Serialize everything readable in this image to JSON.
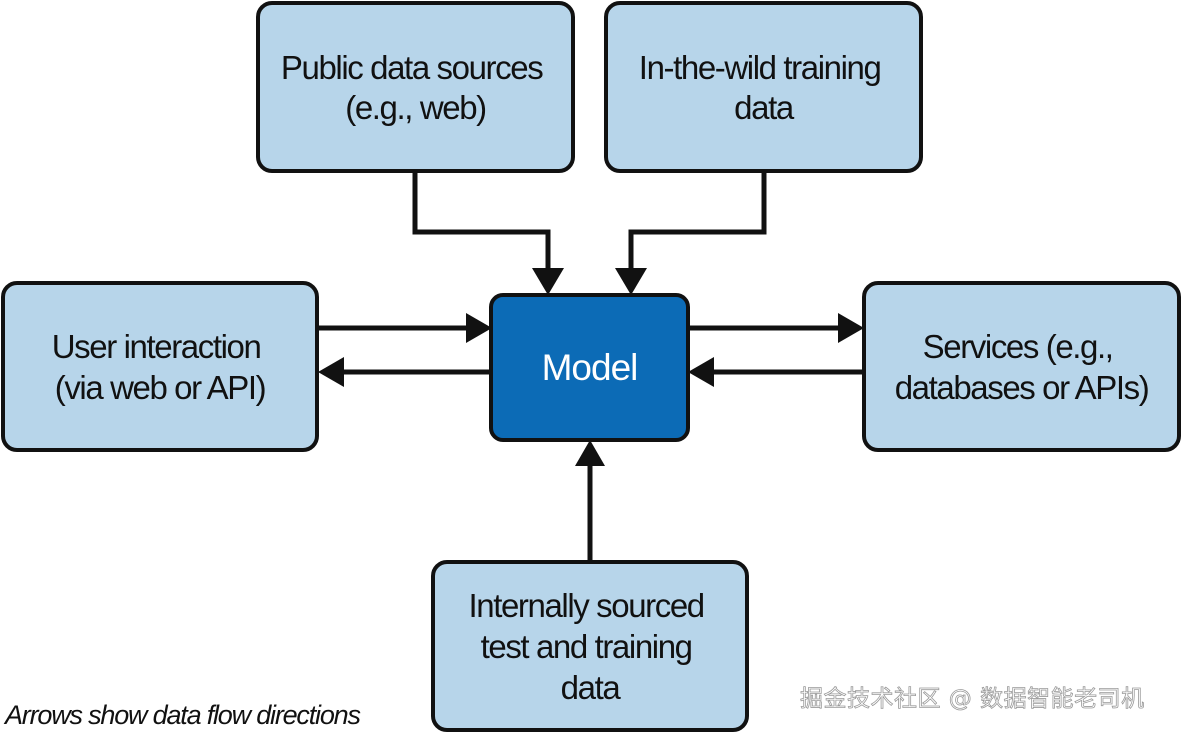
{
  "nodes": {
    "public_data": {
      "lines": [
        "Public data sources",
        "(e.g., web)"
      ]
    },
    "in_the_wild": {
      "lines": [
        "In-the-wild training",
        "data"
      ]
    },
    "user_interaction": {
      "lines": [
        "User interaction",
        "(via web or API)"
      ]
    },
    "model": {
      "lines": [
        "Model"
      ]
    },
    "services": {
      "lines": [
        "Services (e.g.,",
        "databases or APIs)"
      ]
    },
    "internal": {
      "lines": [
        "Internally sourced",
        "test and training",
        "data"
      ]
    }
  },
  "caption": "Arrows show data flow directions",
  "watermark": "掘金技术社区 @ 数据智能老司机",
  "colors": {
    "node_fill": "#b7d5ea",
    "model_fill": "#0c6bb6",
    "stroke": "#111111"
  }
}
